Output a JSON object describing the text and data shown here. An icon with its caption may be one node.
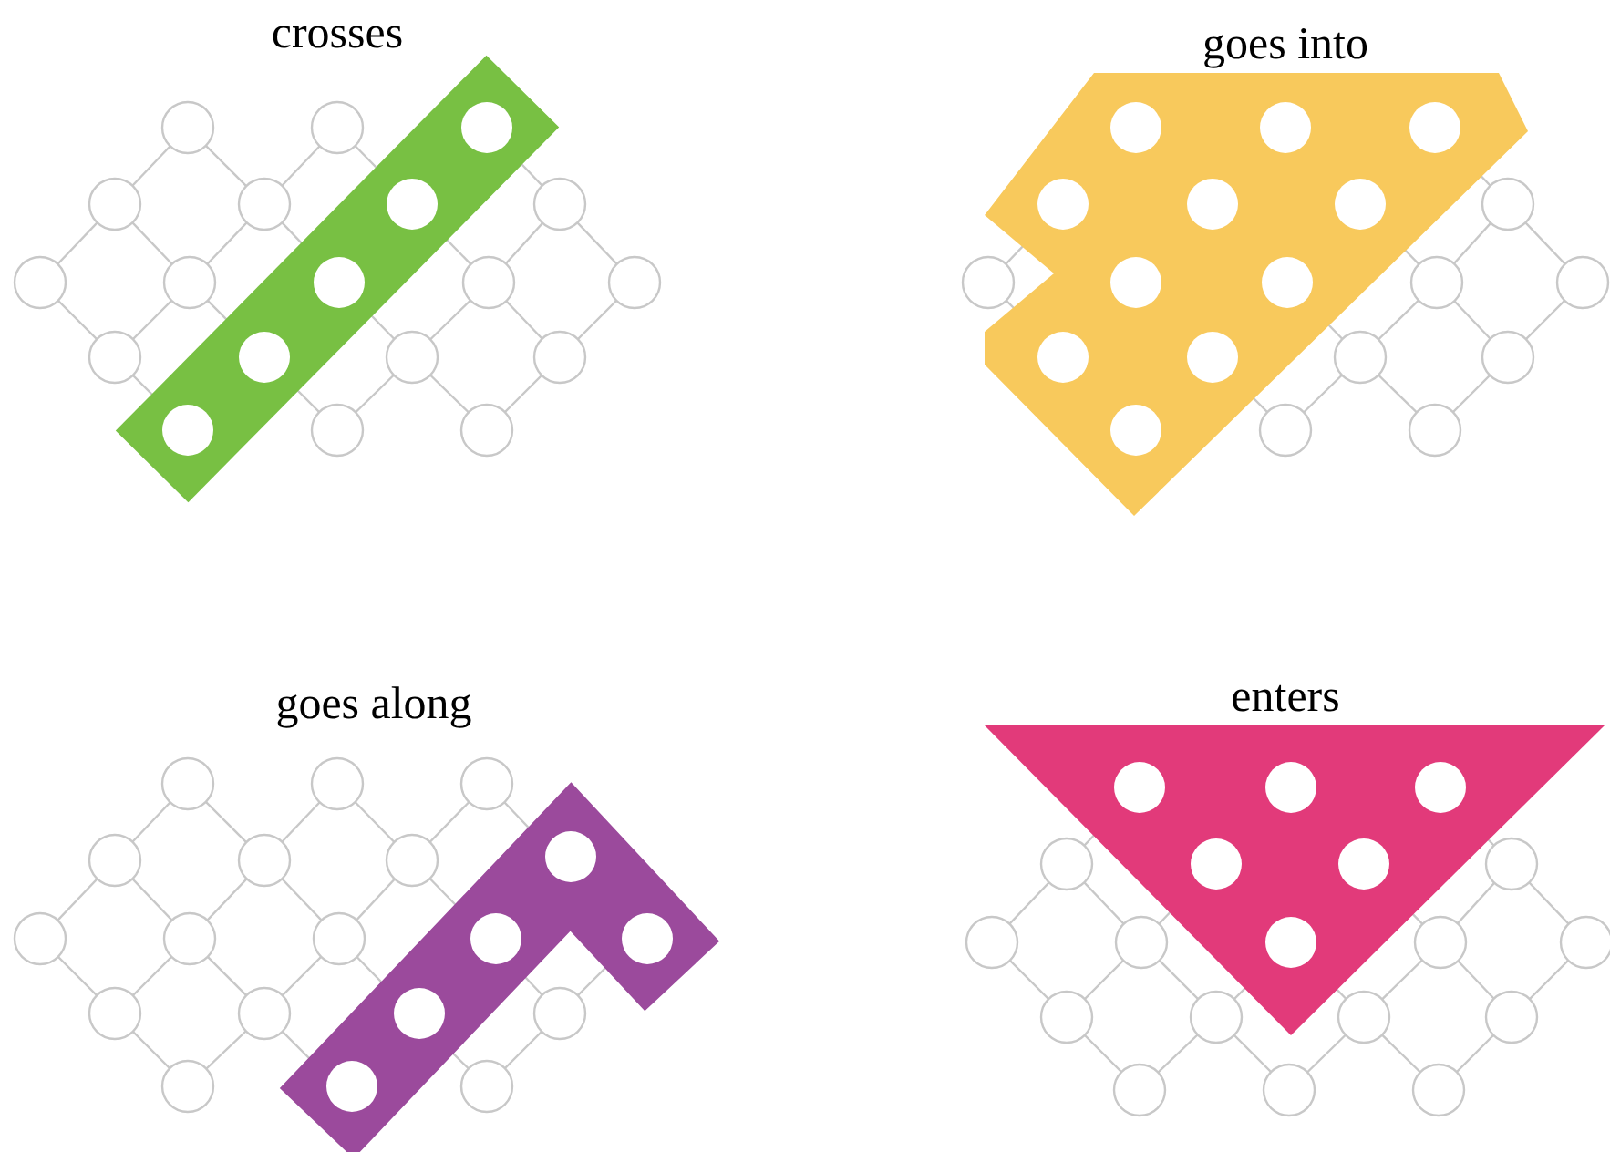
{
  "diagram": {
    "labels": [
      "crosses",
      "goes into",
      "goes along",
      "enters"
    ]
  }
}
